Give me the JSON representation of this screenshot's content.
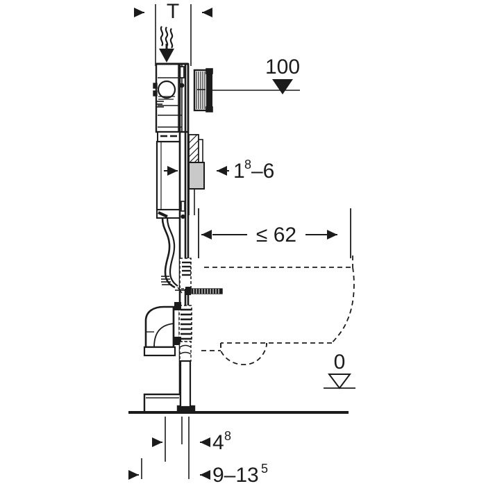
{
  "drawing": {
    "title": "Geberit Duofix WC frame element — installation side elevation",
    "type": "technical-dimension-drawing",
    "units": "cm",
    "colors": {
      "line": "#1b1b1b",
      "background": "#ffffff",
      "wall_fill": "#c9c9c9",
      "thin_line": "#2a2a2a"
    }
  },
  "dimensions": {
    "depth_top": {
      "label": "T",
      "sup": "",
      "description": "element depth, variable",
      "position": "top"
    },
    "wall_thickness": {
      "label": "1",
      "sup": "8",
      "label_tail": "–6",
      "full": "1–8–6",
      "description": "finished wall thickness range",
      "position": "middle-left"
    },
    "projection": {
      "label": "≤ 62",
      "sup": "",
      "description": "maximum WC ceramic projection",
      "position": "middle-right"
    },
    "offset_small": {
      "label": "4",
      "sup": "8",
      "description": "offset from finished wall",
      "position": "bottom"
    },
    "offset_large": {
      "label": "9–13",
      "sup": "5",
      "description": "waste connection offset range",
      "position": "bottom"
    }
  },
  "levels": {
    "actuator": {
      "label": "100",
      "marker": "filled-triangle-down",
      "description": "flush actuator plate height above finished floor"
    },
    "datum": {
      "label": "0",
      "marker": "outline-triangle-down",
      "description": "finished floor level reference"
    }
  },
  "symbols": {
    "airflow": {
      "name": "odour-extraction-arrow",
      "description": "wavy lines with downward arrow indicating air extraction"
    }
  },
  "components": [
    {
      "name": "cistern",
      "label": ""
    },
    {
      "name": "actuator-plate",
      "label": ""
    },
    {
      "name": "wall-section",
      "label": ""
    },
    {
      "name": "flush-pipe",
      "label": ""
    },
    {
      "name": "waste-bend",
      "label": ""
    },
    {
      "name": "frame-foot",
      "label": ""
    },
    {
      "name": "wc-ceramic-outline",
      "label": ""
    },
    {
      "name": "floor-line",
      "label": ""
    },
    {
      "name": "wall-stud-bolt",
      "label": ""
    }
  ]
}
